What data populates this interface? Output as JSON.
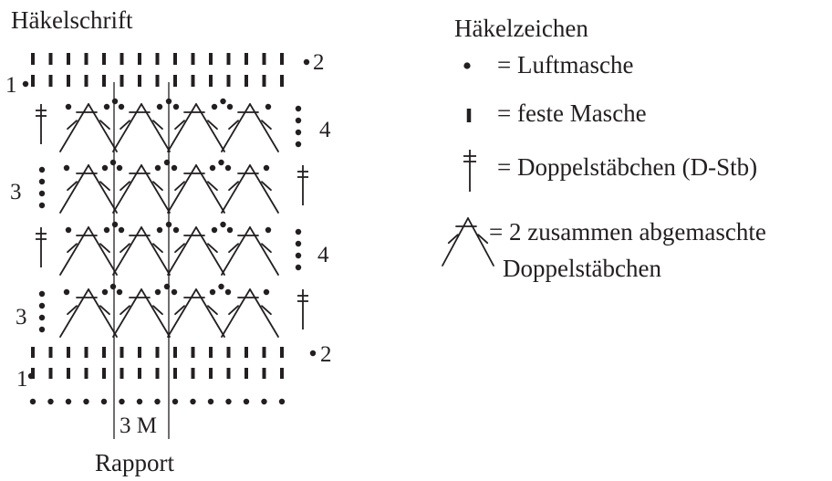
{
  "chart_title": "Häkelschrift",
  "repeat_label": "Rapport",
  "repeat_width_label": "3 M",
  "row_numbers": {
    "row1_top": "1",
    "row2_top": "2",
    "row3_upper": "3",
    "row4_upper": "4",
    "row3_lower": "3",
    "row4_lower": "4",
    "row1_bottom": "1",
    "row2_bottom": "2"
  },
  "legend": {
    "title": "Häkelzeichen",
    "items": [
      {
        "symbol": "chain-stitch-dot",
        "text": "= Luftmasche"
      },
      {
        "symbol": "single-crochet-bar",
        "text": "= feste Masche"
      },
      {
        "symbol": "double-treble-crochet",
        "text": "= Doppelstäbchen (D-Stb)"
      },
      {
        "symbol": "two-double-treble-together",
        "text": "= 2 zusammen abgemaschte",
        "text2": "Doppelstäbchen"
      }
    ]
  },
  "colors": {
    "ink": "#231f20",
    "background": "#ffffff"
  }
}
